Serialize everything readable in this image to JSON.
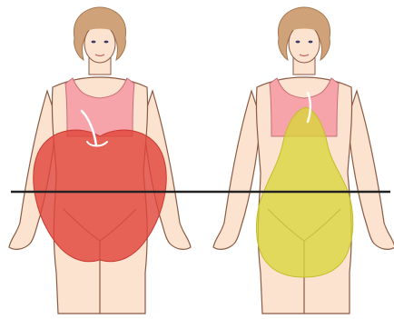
{
  "figures": [
    {
      "id": "apple",
      "overlay_name": "apple-shape",
      "overlay_color": "#e0463a"
    },
    {
      "id": "pear",
      "overlay_name": "pear-shape",
      "overlay_color": "#d9d63a"
    }
  ],
  "palette": {
    "skin": "#fbe3cf",
    "skin_line": "#8a5a44",
    "hair": "#cfa27a",
    "hair_dark": "#a87a52",
    "top": "#f6a3aa",
    "line": "#1a1a1a"
  },
  "divider": {
    "color": "#222222"
  }
}
